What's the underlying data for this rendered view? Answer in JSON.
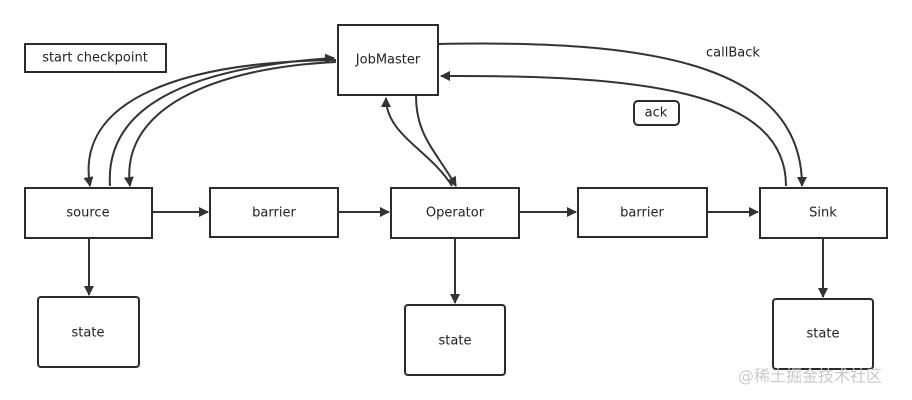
{
  "nodes": {
    "start_checkpoint": "start checkpoint",
    "job_master": "JobMaster",
    "ack": "ack",
    "source": "source",
    "barrier_1": "barrier",
    "operator": "Operator",
    "barrier_2": "barrier",
    "sink": "Sink",
    "state_source": "state",
    "state_operator": "state",
    "state_sink": "state"
  },
  "edge_labels": {
    "callback": "callBack"
  },
  "watermark": "@稀土掘金技术社区",
  "colors": {
    "stroke": "#2b2b2b",
    "text": "#222222",
    "watermark": "#c9c9c9"
  }
}
